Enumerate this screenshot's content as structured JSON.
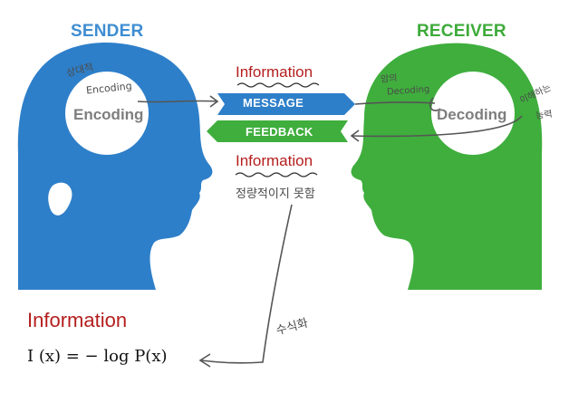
{
  "sender": {
    "label": "SENDER",
    "circle_text": "Encoding",
    "color": "#2e7fc9"
  },
  "receiver": {
    "label": "RECEIVER",
    "circle_text": "Decoding",
    "color": "#3fae3d"
  },
  "arrows": {
    "message_label": "MESSAGE",
    "feedback_label": "FEEDBACK"
  },
  "information": {
    "label_top": "Information",
    "label_mid": "Information",
    "label_bottom": "Information"
  },
  "formula": "I (x) = − log P(x)",
  "handwritten": {
    "sender_note_top": "상대적",
    "sender_note_encoding": "Encoding",
    "receiver_note_top": "암의",
    "receiver_note_decoding": "Decoding",
    "receiver_note_right_1": "이해하는",
    "receiver_note_right_2": "능력",
    "info_note": "정량적이지 못함",
    "formalize_note": "수식화"
  }
}
